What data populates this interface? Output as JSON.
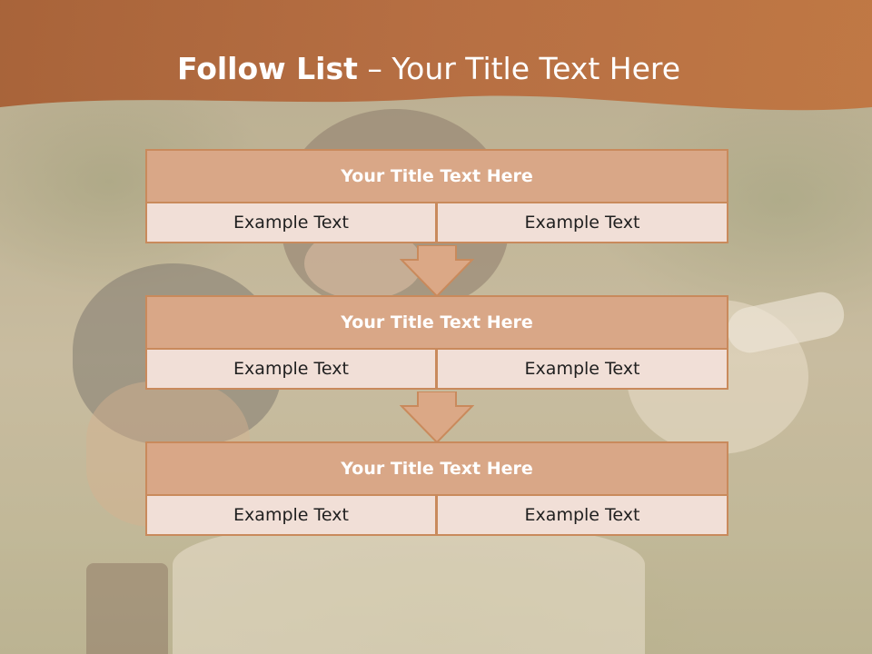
{
  "slide": {
    "title_bold": "Follow List",
    "title_rest": "  – Your Title Text Here"
  },
  "blocks": [
    {
      "title": "Your Title Text Here",
      "left_text": "Example Text",
      "right_text": "Example Text"
    },
    {
      "title": "Your Title Text Here",
      "left_text": "Example Text",
      "right_text": "Example Text"
    },
    {
      "title": "Your Title Text Here",
      "left_text": "Example Text",
      "right_text": "Example Text"
    }
  ],
  "colors": {
    "header": "#b86a3c",
    "block_title_fill": "#d9a787",
    "block_border": "#c98a5c",
    "cell_fill": "#f1dfd7",
    "arrow_fill": "#dba886"
  }
}
